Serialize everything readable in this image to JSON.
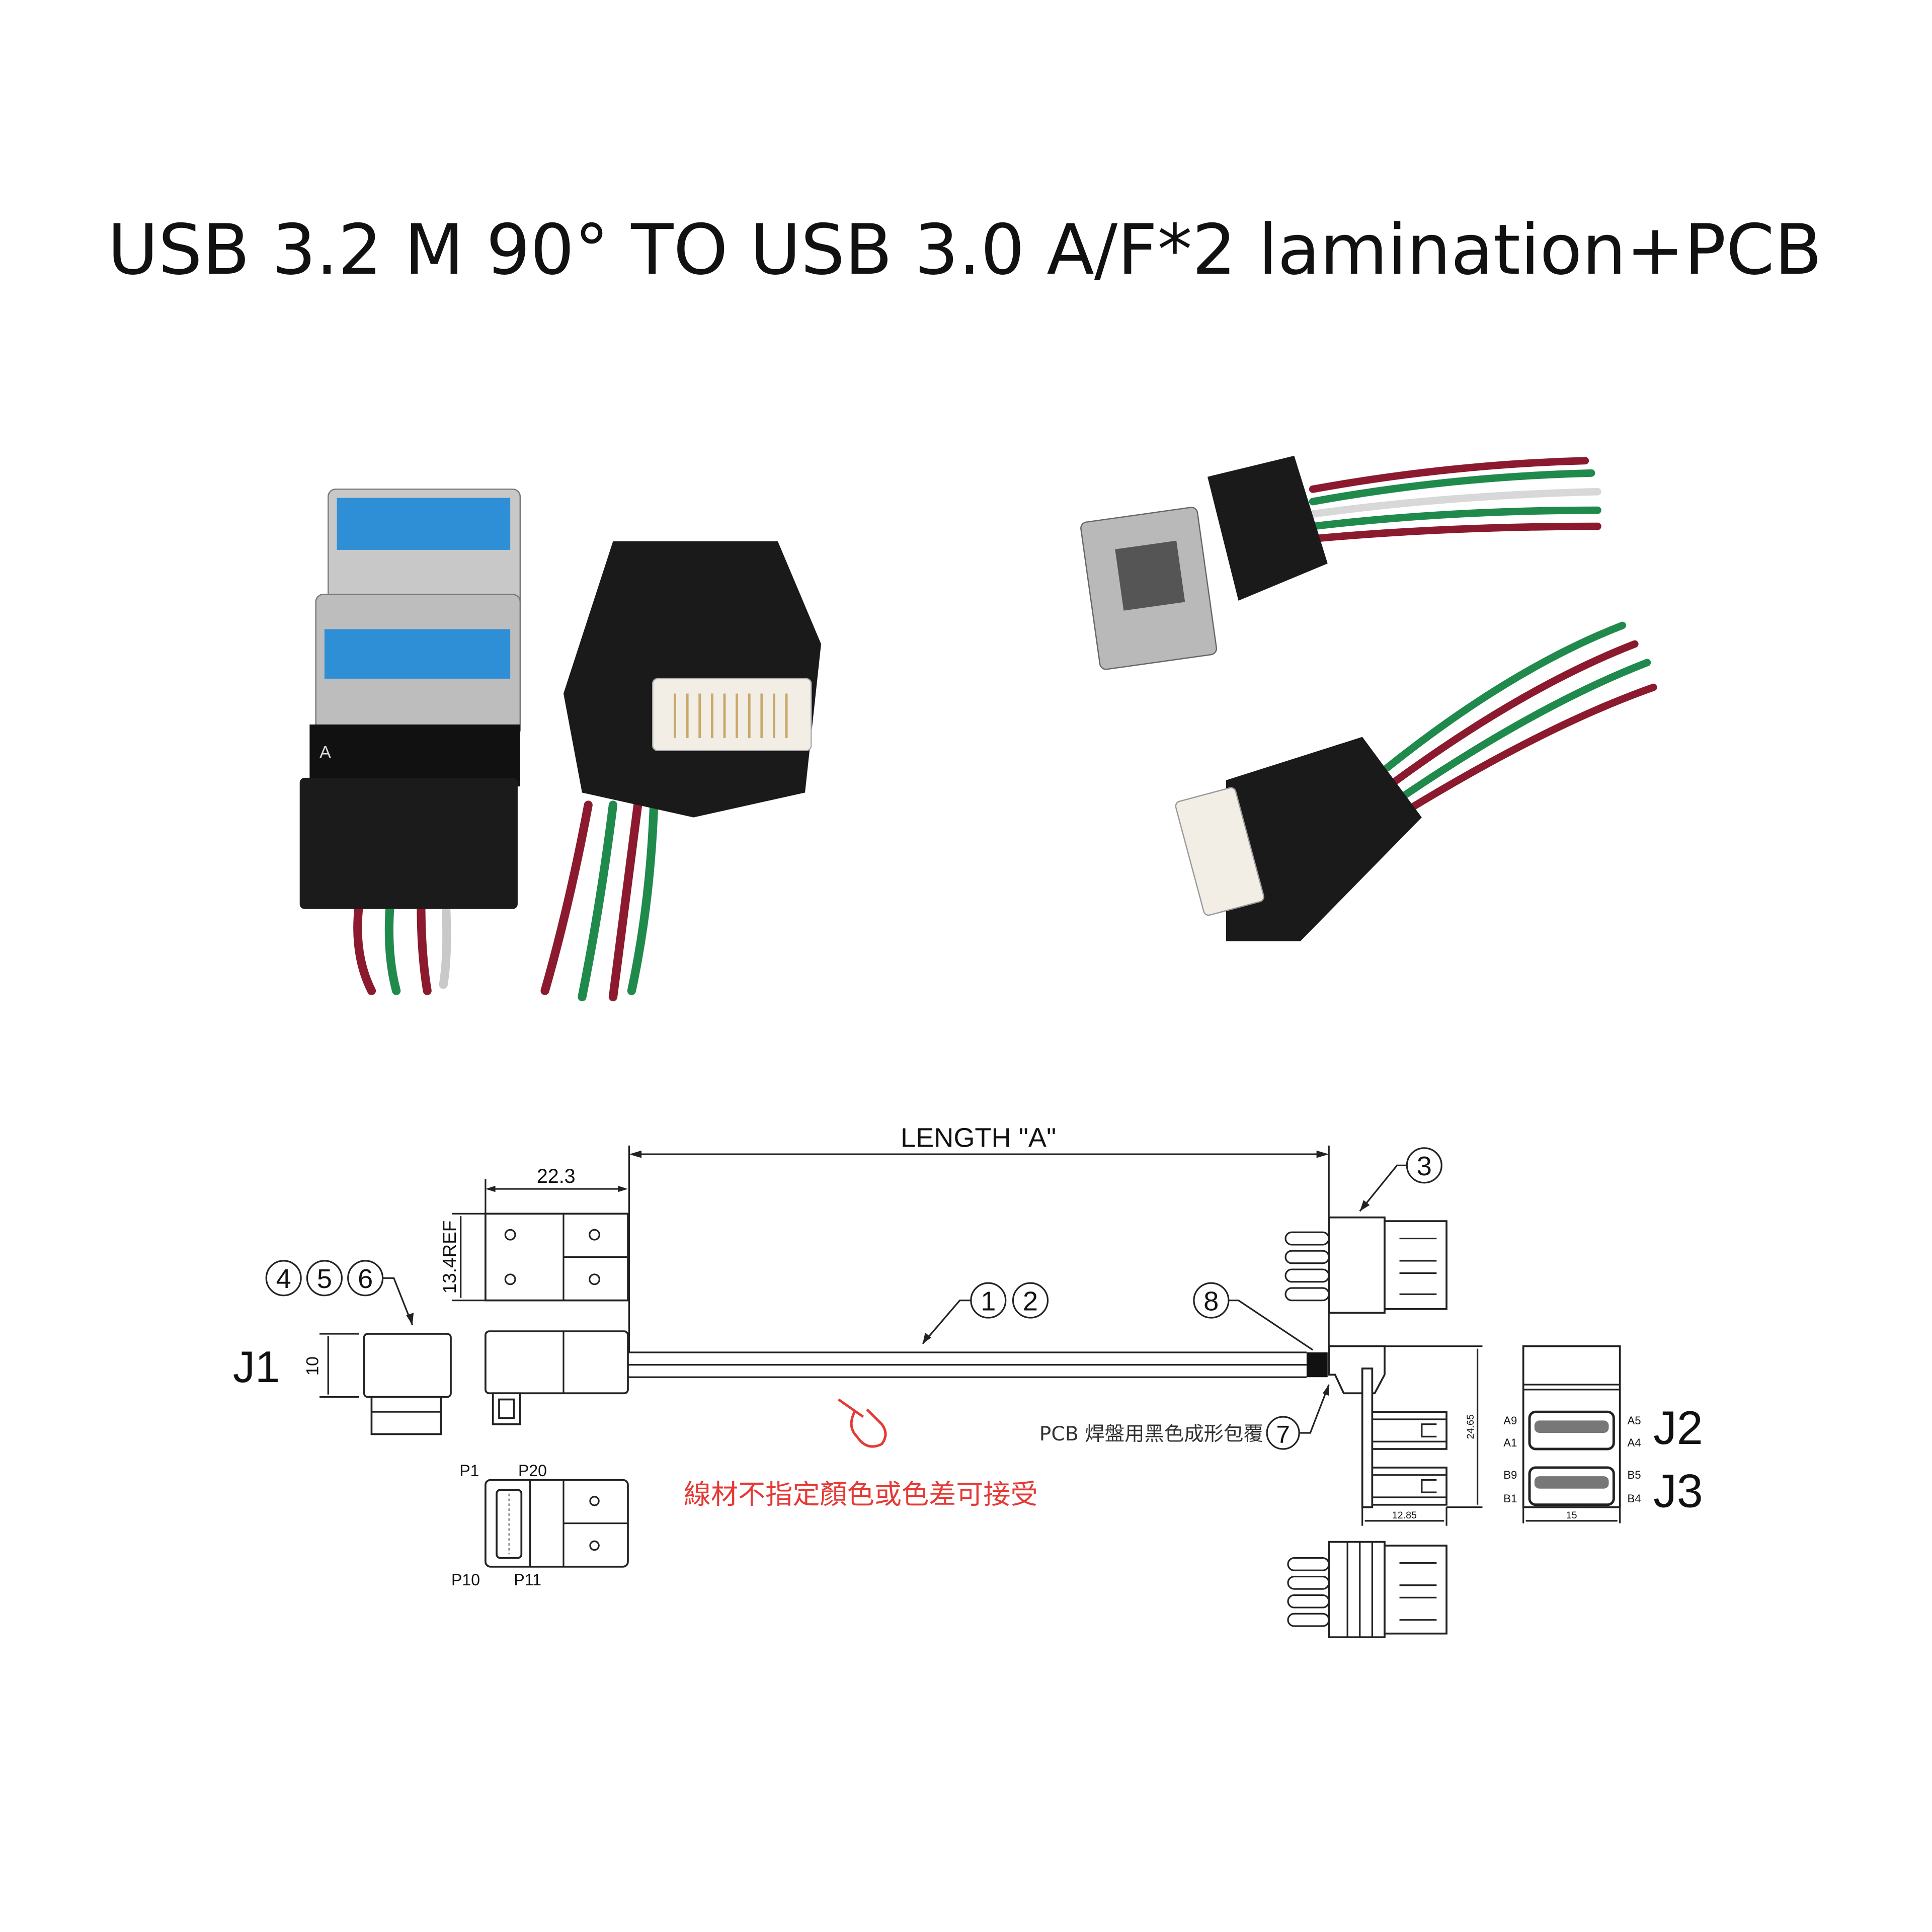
{
  "title": "USB 3.2 M 90° TO USB 3.0 A/F*2 lamination+PCB",
  "drawing": {
    "length_label": "LENGTH \"A\"",
    "dim_width": "22.3",
    "dim_height": "13.4REF",
    "dim_j1": "10",
    "dim_pcb_height": "24.65",
    "dim_pcb_width": "12.85",
    "dim_port_width": "15",
    "connectors": {
      "j1": "J1",
      "j2": "J2",
      "j3": "J3"
    },
    "pins": {
      "p1": "P1",
      "p20": "P20",
      "p10": "P10",
      "p11": "P11",
      "a9": "A9",
      "a1": "A1",
      "a5": "A5",
      "a4": "A4",
      "b9": "B9",
      "b1": "B1",
      "b5": "B5",
      "b4": "B4"
    },
    "callouts": [
      "1",
      "2",
      "3",
      "4",
      "5",
      "6",
      "7",
      "8"
    ],
    "pcb_note": "PCB 焊盤用黑色成形包覆",
    "color_note": "線材不指定顏色或色差可接受",
    "note_color": "#e53935"
  },
  "photo_labels": {
    "board_letter": "A"
  },
  "colors": {
    "usb_blue": "#2f8fd6",
    "wire_red": "#8b1a2e",
    "wire_green": "#1f8a4c",
    "overmold": "#1a1a1a"
  }
}
